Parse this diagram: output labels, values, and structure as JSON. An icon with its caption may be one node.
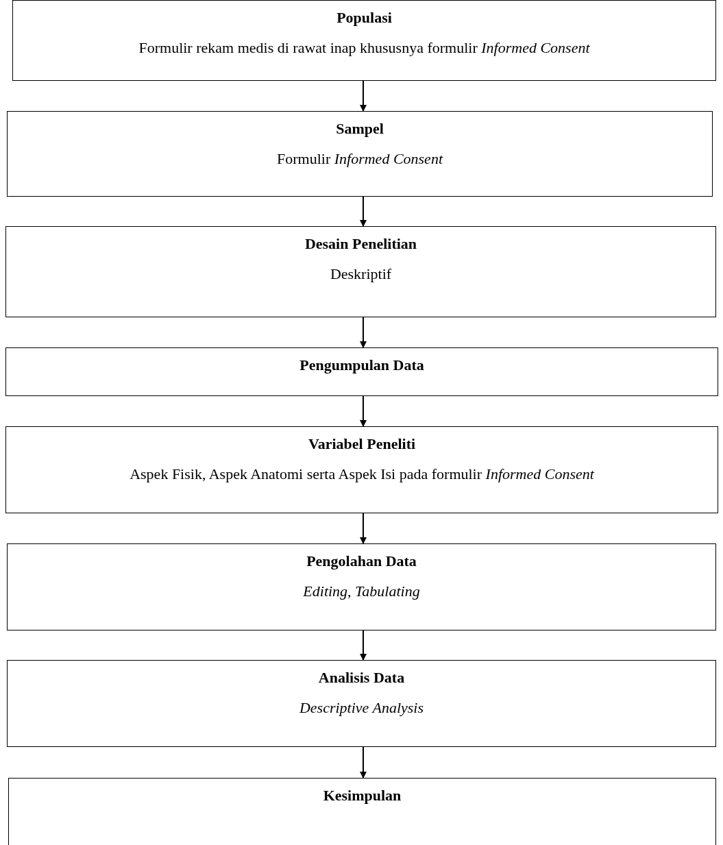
{
  "diagram": {
    "nodes": [
      {
        "text": [
          "Populasi",
          "Formulir rekam medis di rawat inap khususnya formulir *Informed Consent*"
        ]
      },
      {
        "text": [
          "Sampel",
          "Formulir *Informed Consent*"
        ]
      },
      {
        "text": [
          "Desain Penelitian",
          "Deskriptif"
        ]
      },
      {
        "text": [
          "Pengumpulan Data"
        ]
      },
      {
        "text": [
          "Variabel Peneliti",
          "Aspek Fisik, Aspek Anatomi serta Aspek Isi pada formulir *Informed Consent*"
        ]
      },
      {
        "text": [
          "Pengolahan Data",
          "*Editing*, *Tabulating*"
        ]
      },
      {
        "text": [
          "Analisis Data",
          "Descriptive Analysis"
        ]
      },
      {
        "text": [
          "Kesimpulan"
        ]
      }
    ],
    "edges": [
      {
        "from": 0,
        "to": 1,
        "arrow": "to"
      },
      {
        "from": 1,
        "to": 2,
        "arrow": "to"
      },
      {
        "from": 2,
        "to": 3,
        "arrow": "to"
      },
      {
        "from": 3,
        "to": 4,
        "arrow": "to"
      },
      {
        "from": 4,
        "to": 5,
        "arrow": "to"
      },
      {
        "from": 5,
        "to": 6,
        "arrow": "to"
      },
      {
        "from": 6,
        "to": 7,
        "arrow": "to"
      }
    ]
  }
}
